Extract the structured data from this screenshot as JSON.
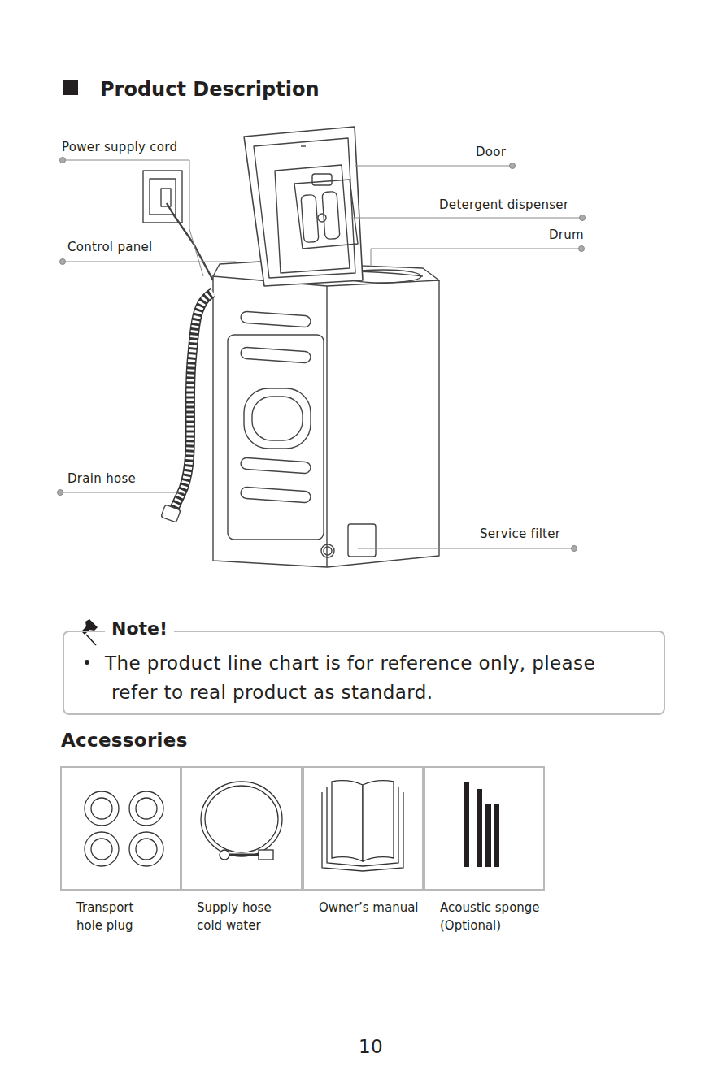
{
  "diagram": {
    "title": "Product Description",
    "nodes": [
      {
        "text": [
          "Note!",
          "The product line chart is for reference only, please refer to real product as standard."
        ]
      },
      {
        "text": [
          "Transport hole plug"
        ]
      },
      {
        "text": [
          "Supply hose cold water"
        ]
      },
      {
        "text": [
          "Owner’s manual"
        ]
      },
      {
        "text": [
          "Acoustic sponge (Optional)"
        ]
      }
    ],
    "labels": [
      "Power supply cord",
      "Door",
      "Detergent dispenser",
      "Drum",
      "Control panel",
      "Drain hose",
      "Service filter",
      "Accessories",
      "10"
    ]
  }
}
